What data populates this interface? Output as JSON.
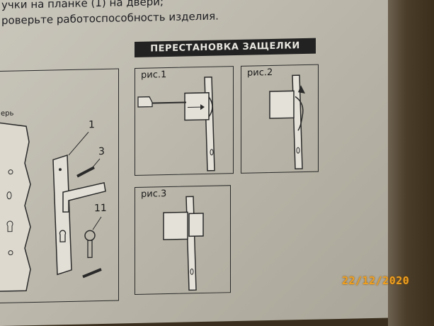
{
  "instructions": {
    "line1": "учки на планке (1) на двери;",
    "line2": "роверьте работоспособность изделия."
  },
  "section": {
    "title": "ПЕРЕСТАНОВКА ЗАЩЕЛКИ"
  },
  "diagram": {
    "left_label": "ерь",
    "callouts": [
      "1",
      "3",
      "11"
    ]
  },
  "figures": {
    "fig1": "рис.1",
    "fig2": "рис.2",
    "fig3": "рис.3"
  },
  "timestamp": "22/12/2020"
}
